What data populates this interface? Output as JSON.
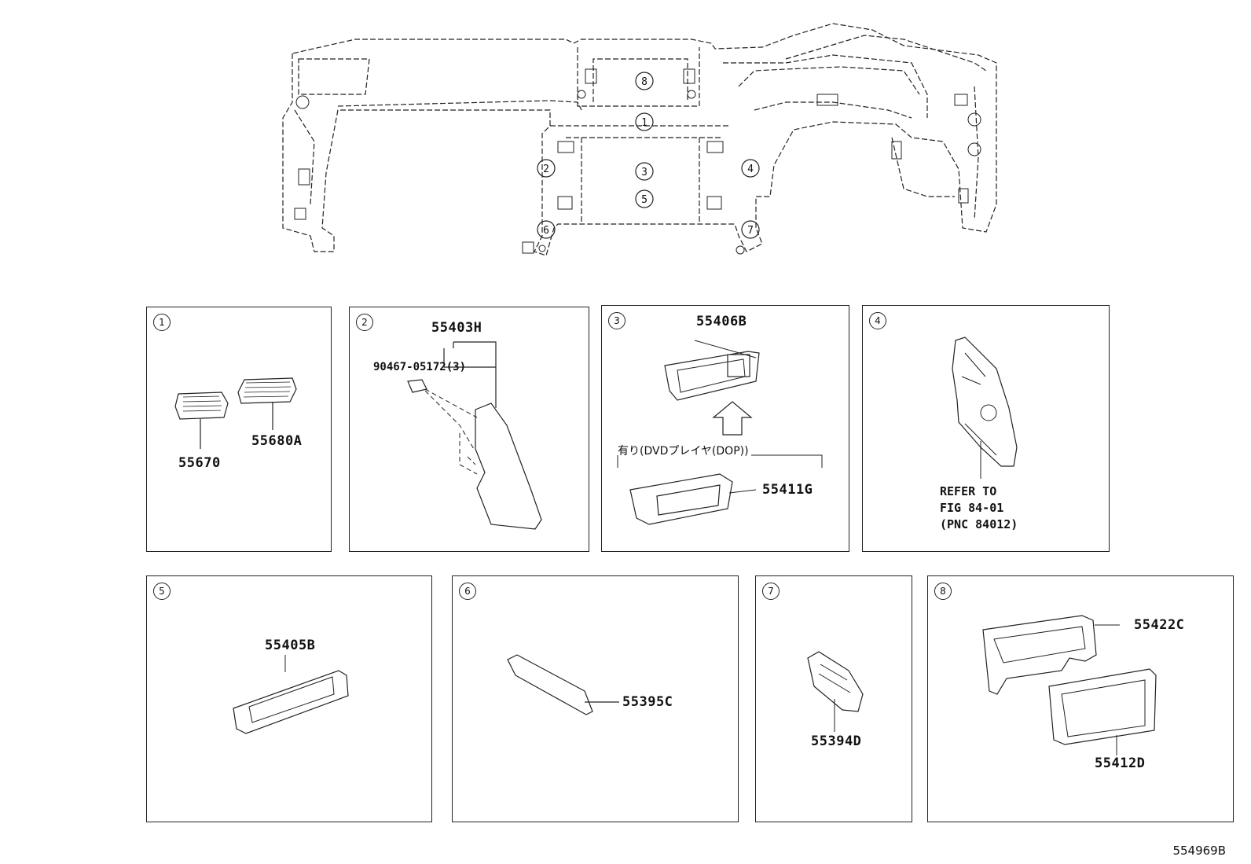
{
  "overview": {
    "callouts": [
      {
        "id": "8",
        "label": "8"
      },
      {
        "id": "1",
        "label": "1"
      },
      {
        "id": "2",
        "label": "2"
      },
      {
        "id": "3",
        "label": "3"
      },
      {
        "id": "4",
        "label": "4"
      },
      {
        "id": "5",
        "label": "5"
      },
      {
        "id": "6",
        "label": "6"
      },
      {
        "id": "7",
        "label": "7"
      }
    ]
  },
  "panels": {
    "p1": {
      "num": "1",
      "parts": [
        "55670",
        "55680A"
      ]
    },
    "p2": {
      "num": "2",
      "parts": [
        "55403H",
        "90467-05172(3)"
      ]
    },
    "p3": {
      "num": "3",
      "parts": [
        "55406B",
        "55411G"
      ],
      "note": "有り(DVDプレイヤ(DOP))"
    },
    "p4": {
      "num": "4",
      "refer": "REFER TO\nFIG 84-01\n(PNC 84012)"
    },
    "p5": {
      "num": "5",
      "parts": [
        "55405B"
      ]
    },
    "p6": {
      "num": "6",
      "parts": [
        "55395C"
      ]
    },
    "p7": {
      "num": "7",
      "parts": [
        "55394D"
      ]
    },
    "p8": {
      "num": "8",
      "parts": [
        "55422C",
        "55412D"
      ]
    }
  },
  "footer": {
    "code": "554969B"
  },
  "colors": {
    "line": "#222222",
    "background": "#ffffff"
  }
}
